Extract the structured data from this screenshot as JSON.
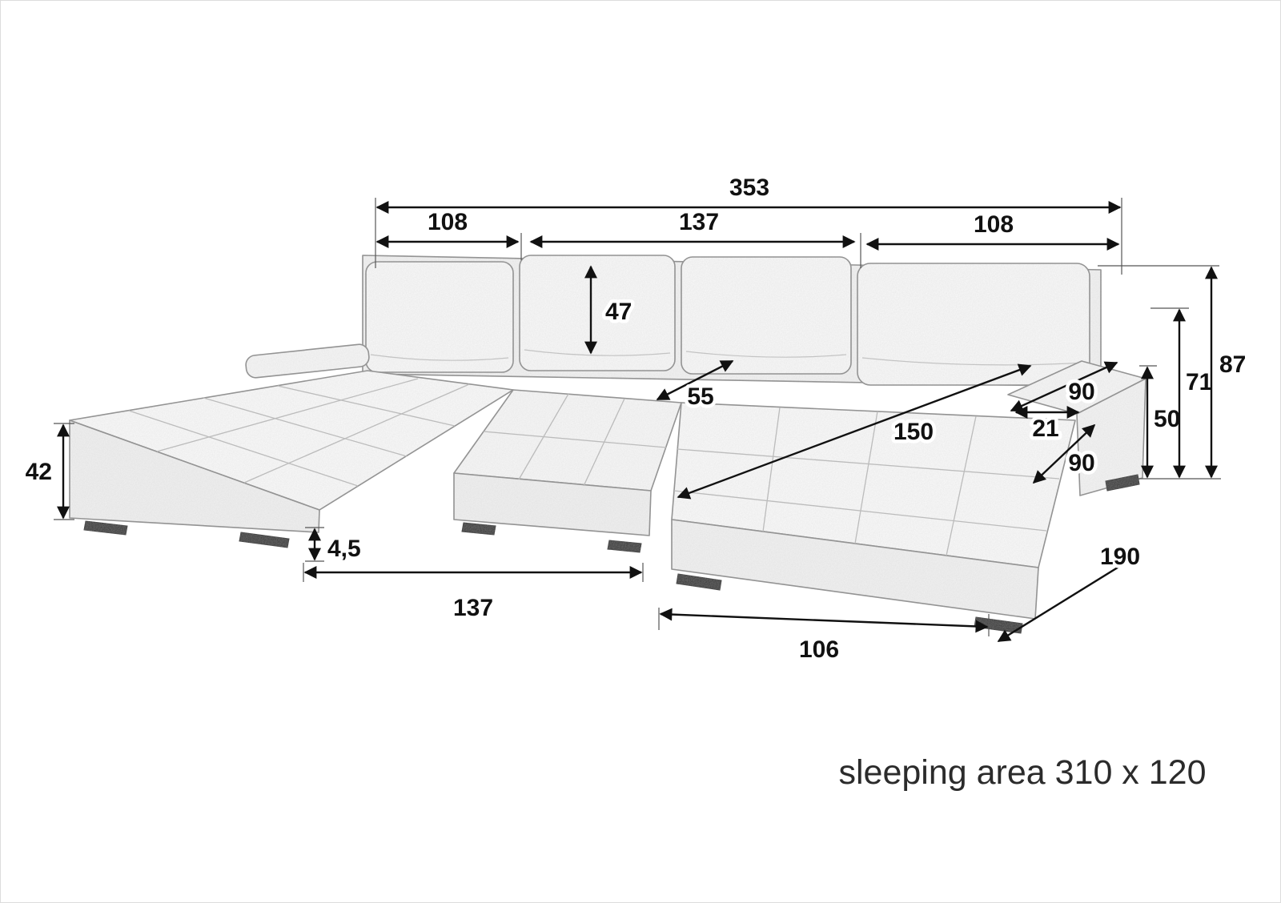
{
  "diagram": {
    "caption": "sleeping area 310 x 120",
    "labels": {
      "width_total": "353",
      "width_left": "108",
      "width_middle": "137",
      "width_right": "108",
      "back_cushion": "47",
      "seat_gap": "55",
      "chaise_diag": "150",
      "arm_diag": "90",
      "arm_top": "21",
      "seat_diag": "90",
      "height_50": "50",
      "height_71": "71",
      "height_87": "87",
      "height_42": "42",
      "foot_height": "4,5",
      "depth_middle": "137",
      "front_right": "106",
      "depth_right": "190"
    }
  }
}
